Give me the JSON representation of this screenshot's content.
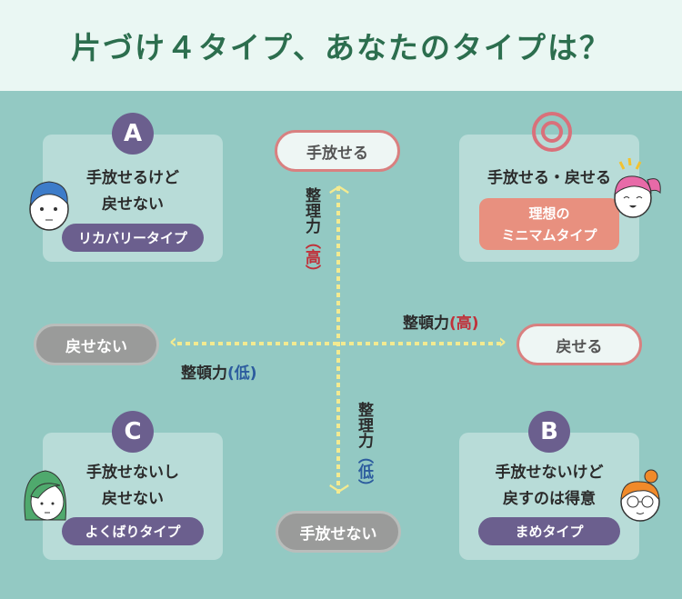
{
  "title": "片づけ４タイプ、あなたのタイプは？",
  "axes": {
    "top": "手放せる",
    "bottom": "手放せない",
    "left": "戻せない",
    "right": "戻せる",
    "vertical_high": {
      "label": "整理力",
      "level": "（高）"
    },
    "vertical_low": {
      "label": "整理力",
      "level": "（低）"
    },
    "horizontal_high": {
      "label": "整頓力",
      "level": "(高)"
    },
    "horizontal_low": {
      "label": "整頓力",
      "level": "(低)"
    }
  },
  "cards": {
    "a": {
      "badge": "A",
      "line1": "手放せるけど",
      "line2": "戻せない",
      "type": "リカバリータイプ"
    },
    "ideal": {
      "badge": "◎",
      "line1": "手放せる・戻せる",
      "type_line1": "理想の",
      "type_line2": "ミニマムタイプ"
    },
    "c": {
      "badge": "C",
      "line1": "手放せないし",
      "line2": "戻せない",
      "type": "よくばりタイプ"
    },
    "b": {
      "badge": "B",
      "line1": "手放せないけど",
      "line2": "戻すのは得意",
      "type": "まめタイプ"
    }
  },
  "colors": {
    "background": "#93c9c3",
    "badge": "#6b5f8e",
    "ideal": "#e8907f",
    "title": "#2c6e4e"
  }
}
